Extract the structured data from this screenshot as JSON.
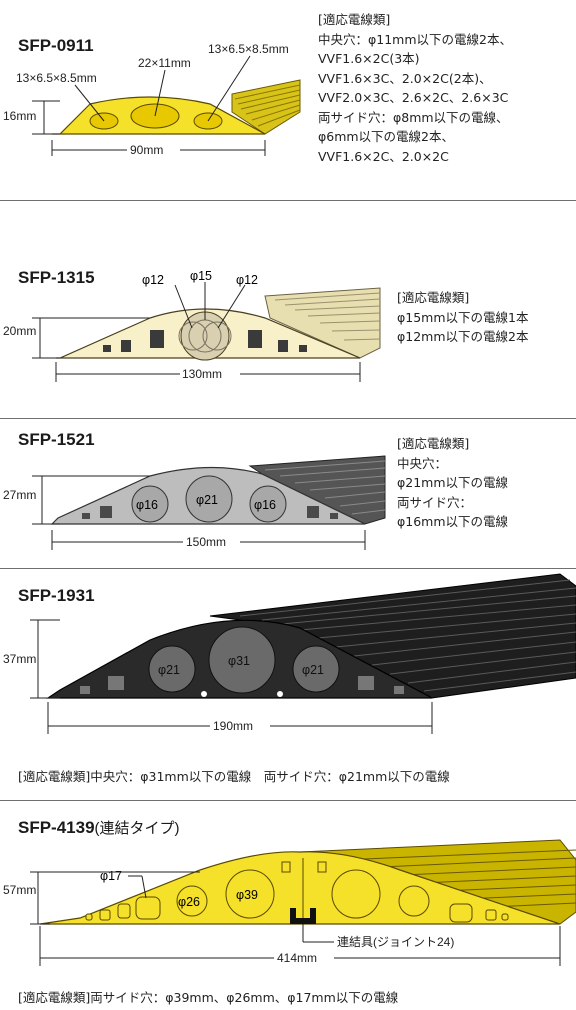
{
  "sections": [
    {
      "model": "SFP-0911",
      "spec": {
        "title": "[適応電線類]",
        "lines": [
          "中央穴：φ11mm以下の電線2本、",
          "VVF1.6×2C(3本)",
          "VVF1.6×3C、2.0×2C(2本)、",
          "VVF2.0×3C、2.6×2C、2.6×3C",
          "両サイド穴：φ8mm以下の電線、",
          "φ6mm以下の電線2本、",
          "VVF1.6×2C、2.0×2C"
        ]
      },
      "labels": {
        "height": "16mm",
        "width": "90mm",
        "side_left": "13×6.5×8.5mm",
        "center": "22×11mm",
        "side_right": "13×6.5×8.5mm"
      },
      "color": "#f5e02a"
    },
    {
      "model": "SFP-1315",
      "spec": {
        "title": "[適応電線類]",
        "lines": [
          "φ15mm以下の電線1本",
          "φ12mm以下の電線2本"
        ]
      },
      "labels": {
        "height": "20mm",
        "width": "130mm",
        "left": "φ12",
        "center": "φ15",
        "right": "φ12"
      },
      "color": "#f8f0c8"
    },
    {
      "model": "SFP-1521",
      "spec": {
        "title": "[適応電線類]",
        "lines": [
          "中央穴：",
          "φ21mm以下の電線",
          "両サイド穴：",
          "φ16mm以下の電線"
        ]
      },
      "labels": {
        "height": "27mm",
        "width": "150mm",
        "left": "φ16",
        "center": "φ21",
        "right": "φ16"
      },
      "color": "#bdbdbd"
    },
    {
      "model": "SFP-1931",
      "spec_line": "[適応電線類]中央穴：φ31mm以下の電線　両サイド穴：φ21mm以下の電線",
      "labels": {
        "height": "37mm",
        "width": "190mm",
        "left": "φ21",
        "center": "φ31",
        "right": "φ21"
      },
      "color": "#2a2a2a"
    },
    {
      "model": "SFP-4139",
      "model_suffix": "(連結タイプ)",
      "spec_line": "[適応電線類]両サイド穴：φ39mm、φ26mm、φ17mm以下の電線",
      "labels": {
        "height": "57mm",
        "width": "414mm",
        "small": "φ17",
        "mid": "φ26",
        "large": "φ39",
        "joint": "連結具(ジョイント24)"
      },
      "color": "#f5e02a"
    }
  ]
}
